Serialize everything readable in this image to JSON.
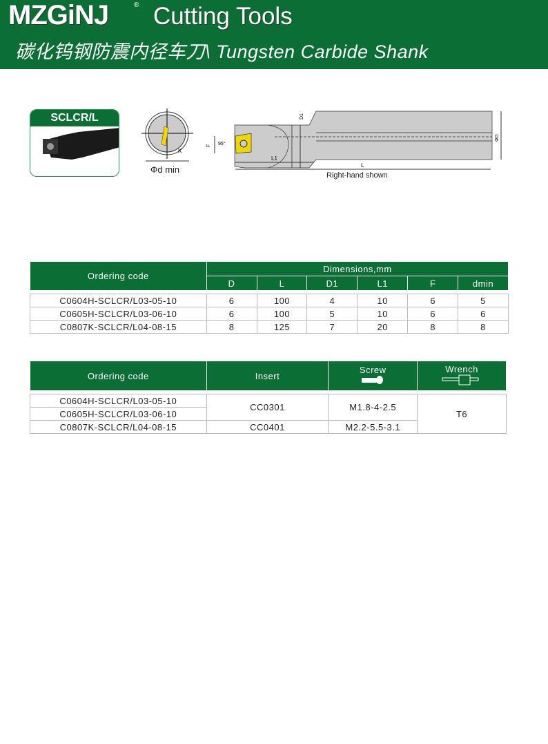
{
  "header": {
    "brand": "MZGiNJ",
    "registered": "®",
    "title": "Cutting Tools",
    "subtitle": "碳化钨钢防震内径车刀\\ Tungsten Carbide Shank"
  },
  "thumbnail": {
    "label": "SCLCR/L"
  },
  "diagram": {
    "min_bore_label": "Φd min",
    "angle": "95°",
    "k_label": "K",
    "labels": {
      "D1": "D1",
      "D": "ΦD",
      "F": "F",
      "L1": "L1",
      "L": "L"
    },
    "caption": "Right-hand shown"
  },
  "colors": {
    "header_green": "#0b6e35",
    "insert_yellow": "#f2d600"
  },
  "dimensions_table": {
    "ordering_code": "Ordering code",
    "group": "Dimensions,mm",
    "columns": [
      "D",
      "L",
      "D1",
      "L1",
      "F",
      "dmin"
    ],
    "rows": [
      {
        "code": "C0604H-SCLCR/L03-05-10",
        "values": [
          "6",
          "100",
          "4",
          "10",
          "6",
          "5"
        ]
      },
      {
        "code": "C0605H-SCLCR/L03-06-10",
        "values": [
          "6",
          "100",
          "5",
          "10",
          "6",
          "6"
        ]
      },
      {
        "code": "C0807K-SCLCR/L04-08-15",
        "values": [
          "8",
          "125",
          "7",
          "20",
          "8",
          "8"
        ]
      }
    ]
  },
  "parts_table": {
    "headers": {
      "code": "Ordering code",
      "insert": "Insert",
      "screw": "Screw",
      "wrench": "Wrench"
    },
    "rows": [
      {
        "code": "C0604H-SCLCR/L03-05-10"
      },
      {
        "code": "C0605H-SCLCR/L03-06-10"
      },
      {
        "code": "C0807K-SCLCR/L04-08-15"
      }
    ],
    "insert_a": "CC0301",
    "insert_b": "CC0401",
    "screw_a": "M1.8-4-2.5",
    "screw_b": "M2.2-5.5-3.1",
    "wrench": "T6"
  }
}
